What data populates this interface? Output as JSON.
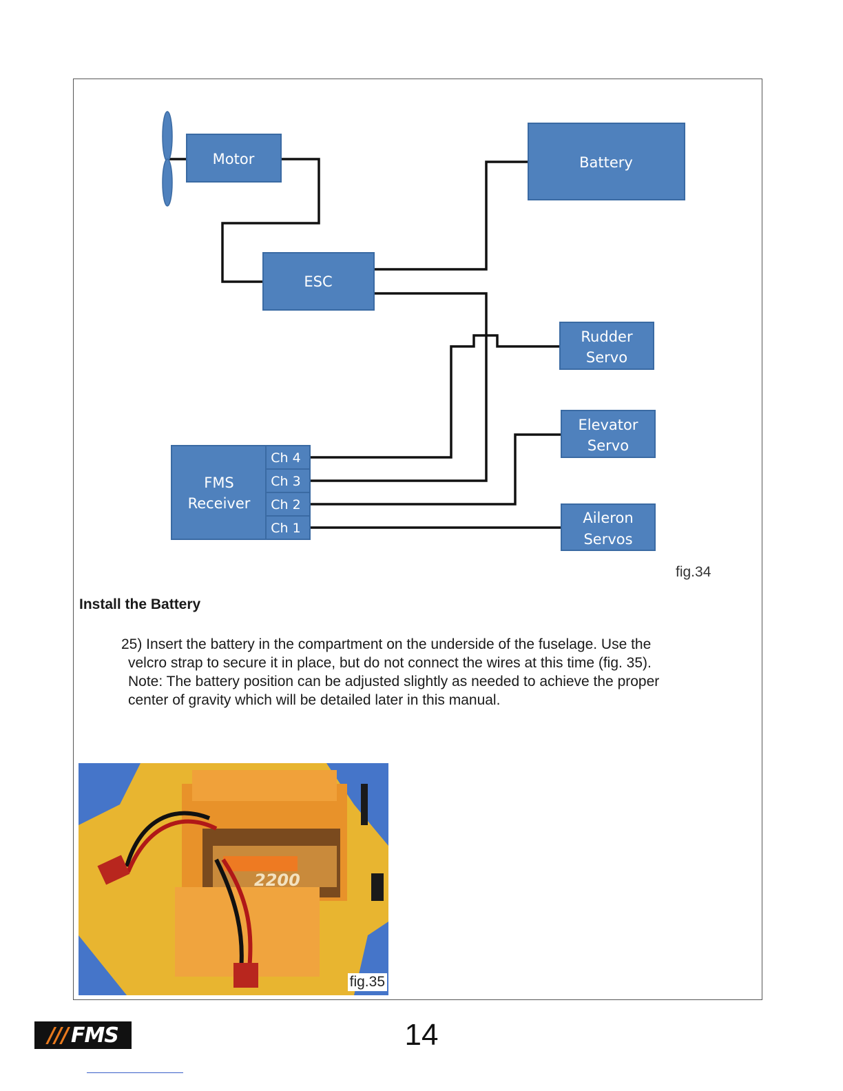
{
  "diagram": {
    "boxes": {
      "motor": "Motor",
      "battery": "Battery",
      "esc": "ESC",
      "rudder_line1": "Rudder",
      "rudder_line2": "Servo",
      "elevator_line1": "Elevator",
      "elevator_line2": "Servo",
      "aileron_line1": "Aileron",
      "aileron_line2": "Servos",
      "receiver_line1": "FMS",
      "receiver_line2": "Receiver"
    },
    "channels": [
      "Ch 4",
      "Ch 3",
      "Ch 2",
      "Ch 1"
    ],
    "box_color": "#4f81bd",
    "box_border": "#3a6aa3",
    "wire_color": "#111111"
  },
  "figure_34": "fig.34",
  "section": {
    "heading": "Install the Battery",
    "step_lines": [
      "25)  Insert the battery in the compartment on the underside of the fuselage.  Use the",
      "velcro strap to secure it in place, but do not connect the wires at this time (fig. 35).",
      "Note:  The battery position can be adjusted slightly as needed to achieve the proper",
      "center of gravity which will be detailed later in this manual."
    ]
  },
  "photo": {
    "battery_text": "2200",
    "caption": "fig.35"
  },
  "footer": {
    "logo_text": "FMS",
    "page_number": "14"
  }
}
